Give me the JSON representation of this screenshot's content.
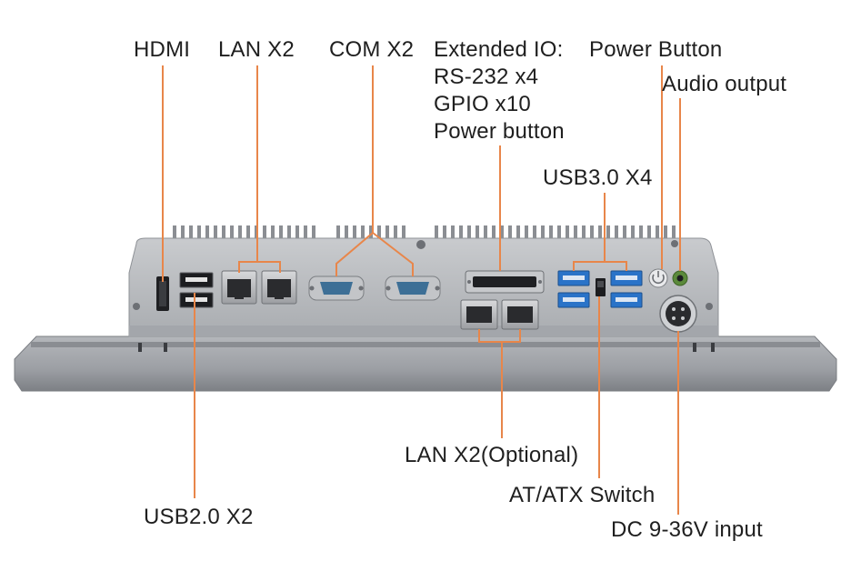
{
  "labels": {
    "hdmi": "HDMI",
    "lan_top": "LAN X2",
    "com": "COM X2",
    "ext_line1": "Extended IO:",
    "ext_line2": "RS-232 x4",
    "ext_line3": "GPIO x10",
    "ext_line4": "Power button",
    "power_button": "Power Button",
    "audio": "Audio output",
    "usb3": "USB3.0 X4",
    "lan_opt": "LAN X2(Optional)",
    "atatx": "AT/ATX Switch",
    "usb2": "USB2.0 X2",
    "dc": "DC 9-36V input"
  },
  "colors": {
    "callout": "#e8864a",
    "chassis": "#b7b9bd",
    "chassis_dark": "#8e9196",
    "panel": "#9ea1a6",
    "usb3_blue": "#2a73c8",
    "com_blue": "#3d6f96"
  }
}
